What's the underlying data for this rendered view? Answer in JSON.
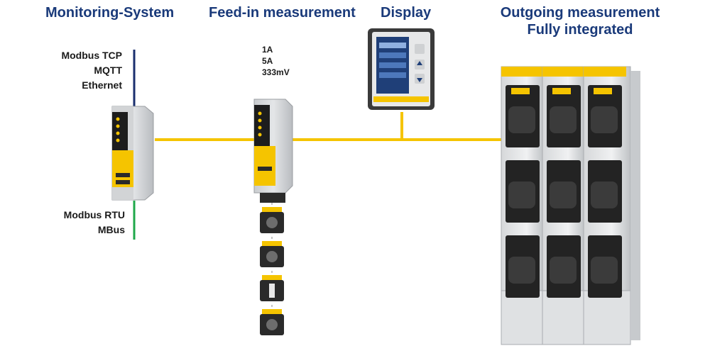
{
  "colors": {
    "header": "#1a3a7a",
    "bus": "#f5c400",
    "ethernet_line": "#1a2f6e",
    "serial_line": "#1fa84a"
  },
  "headers": {
    "monitoring": "Monitoring-System",
    "feedin": "Feed-in measurement",
    "display": "Display",
    "outgoing_line1": "Outgoing measurement",
    "outgoing_line2": "Fully integrated"
  },
  "monitoring_labels": {
    "top": [
      "Modbus TCP",
      "MQTT",
      "Ethernet"
    ],
    "bottom": [
      "Modbus RTU",
      "MBus"
    ]
  },
  "feedin_inputs": [
    "1A",
    "5A",
    "333mV"
  ],
  "devices": {
    "monitoring_module": "monitoring-module",
    "feedin_module": "feed-in-module",
    "display_unit": "display-unit",
    "outgoing_strips": "fuse-strip-assembly"
  }
}
